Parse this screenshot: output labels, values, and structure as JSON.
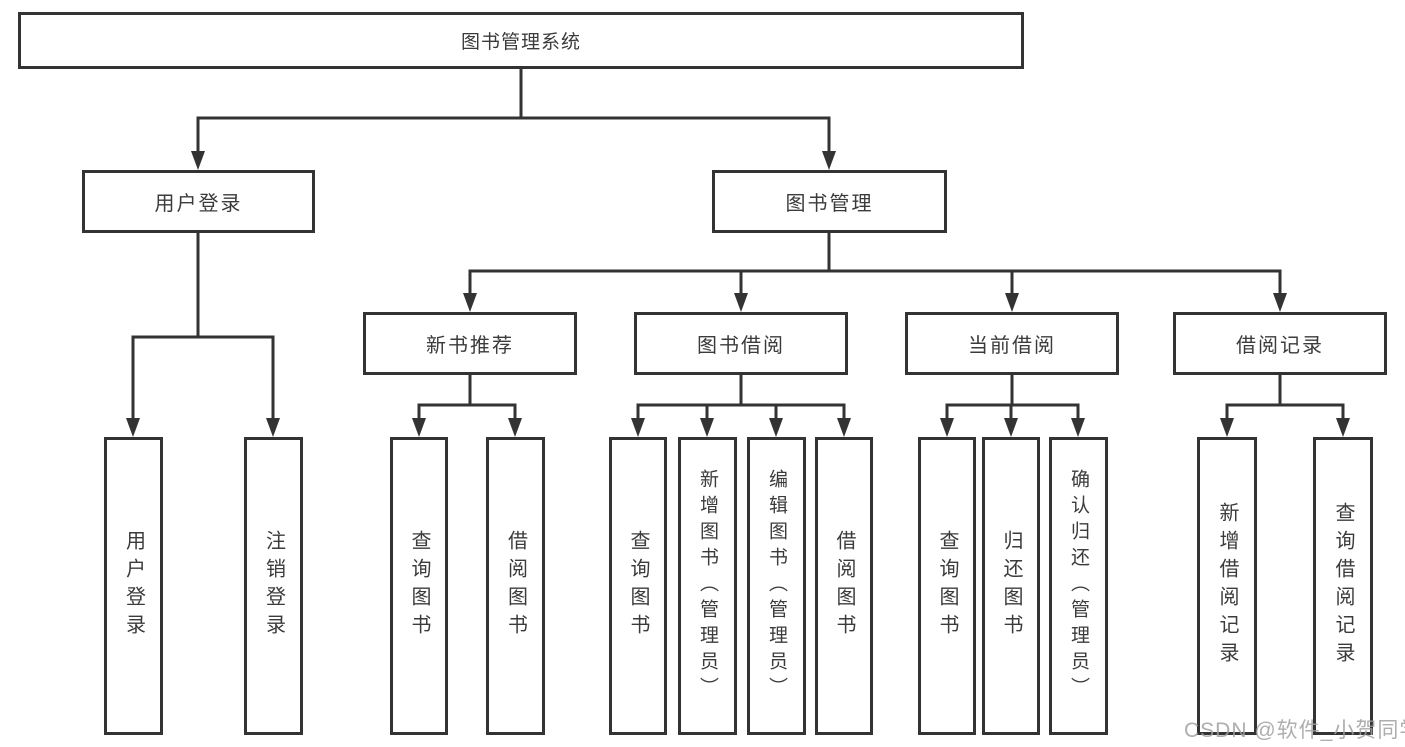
{
  "colors": {
    "line": "#333333",
    "box_border": "#333333",
    "text": "#3b3b3b",
    "watermark": "#a0a0a0",
    "background": "#ffffff"
  },
  "tree": {
    "root": {
      "label": "图书管理系统"
    },
    "user_login": {
      "label": "用户登录",
      "children": {
        "login": "用户登录",
        "logout": "注销登录"
      }
    },
    "book_mgmt": {
      "label": "图书管理",
      "new_book": {
        "label": "新书推荐",
        "children": {
          "query": "查询图书",
          "borrow": "借阅图书"
        }
      },
      "borrowing": {
        "label": "图书借阅",
        "children": {
          "query": "查询图书",
          "add": "新增图书（管理员）",
          "edit": "编辑图书（管理员）",
          "borrow": "借阅图书"
        }
      },
      "current": {
        "label": "当前借阅",
        "children": {
          "query": "查询图书",
          "return": "归还图书",
          "confirm": "确认归还（管理员）"
        }
      },
      "records": {
        "label": "借阅记录",
        "children": {
          "add": "新增借阅记录",
          "query": "查询借阅记录"
        }
      }
    },
    "watermark": "CSDN @软件_小贺同学"
  }
}
